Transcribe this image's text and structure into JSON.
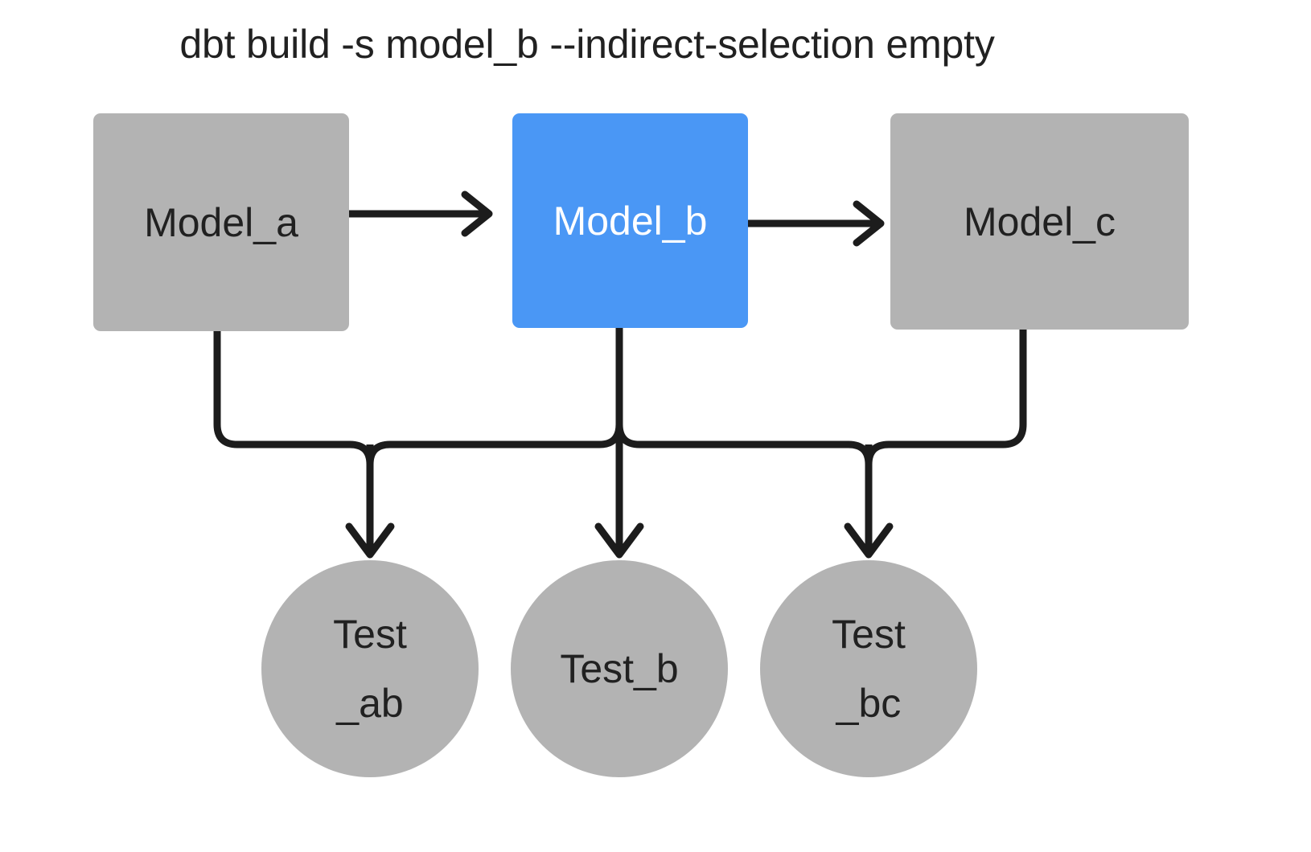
{
  "title": "dbt build -s model_b --indirect-selection empty",
  "colors": {
    "background": "#ffffff",
    "node_gray": "#b3b3b3",
    "node_selected_blue": "#4a97f5",
    "text_dark": "#212121",
    "text_light": "#ffffff",
    "edge": "#1c1c1c"
  },
  "nodes": {
    "models": [
      {
        "id": "model_a",
        "label": "Model_a",
        "shape": "rectangle",
        "state": "unselected"
      },
      {
        "id": "model_b",
        "label": "Model_b",
        "shape": "rectangle",
        "state": "selected"
      },
      {
        "id": "model_c",
        "label": "Model_c",
        "shape": "rectangle",
        "state": "unselected"
      }
    ],
    "tests": [
      {
        "id": "test_ab",
        "label": "Test\n_ab",
        "shape": "circle",
        "state": "unselected"
      },
      {
        "id": "test_b",
        "label": "Test_b",
        "shape": "circle",
        "state": "unselected"
      },
      {
        "id": "test_bc",
        "label": "Test\n_bc",
        "shape": "circle",
        "state": "unselected"
      }
    ]
  },
  "edges": [
    {
      "from": "model_a",
      "to": "model_b",
      "style": "straight-arrow"
    },
    {
      "from": "model_b",
      "to": "model_c",
      "style": "straight-arrow"
    },
    {
      "from": "model_a",
      "to": "test_ab",
      "style": "elbow-arrow"
    },
    {
      "from": "model_b",
      "to": "test_ab",
      "style": "elbow-arrow"
    },
    {
      "from": "model_b",
      "to": "test_b",
      "style": "straight-arrow"
    },
    {
      "from": "model_b",
      "to": "test_bc",
      "style": "elbow-arrow"
    },
    {
      "from": "model_c",
      "to": "test_bc",
      "style": "elbow-arrow"
    }
  ]
}
